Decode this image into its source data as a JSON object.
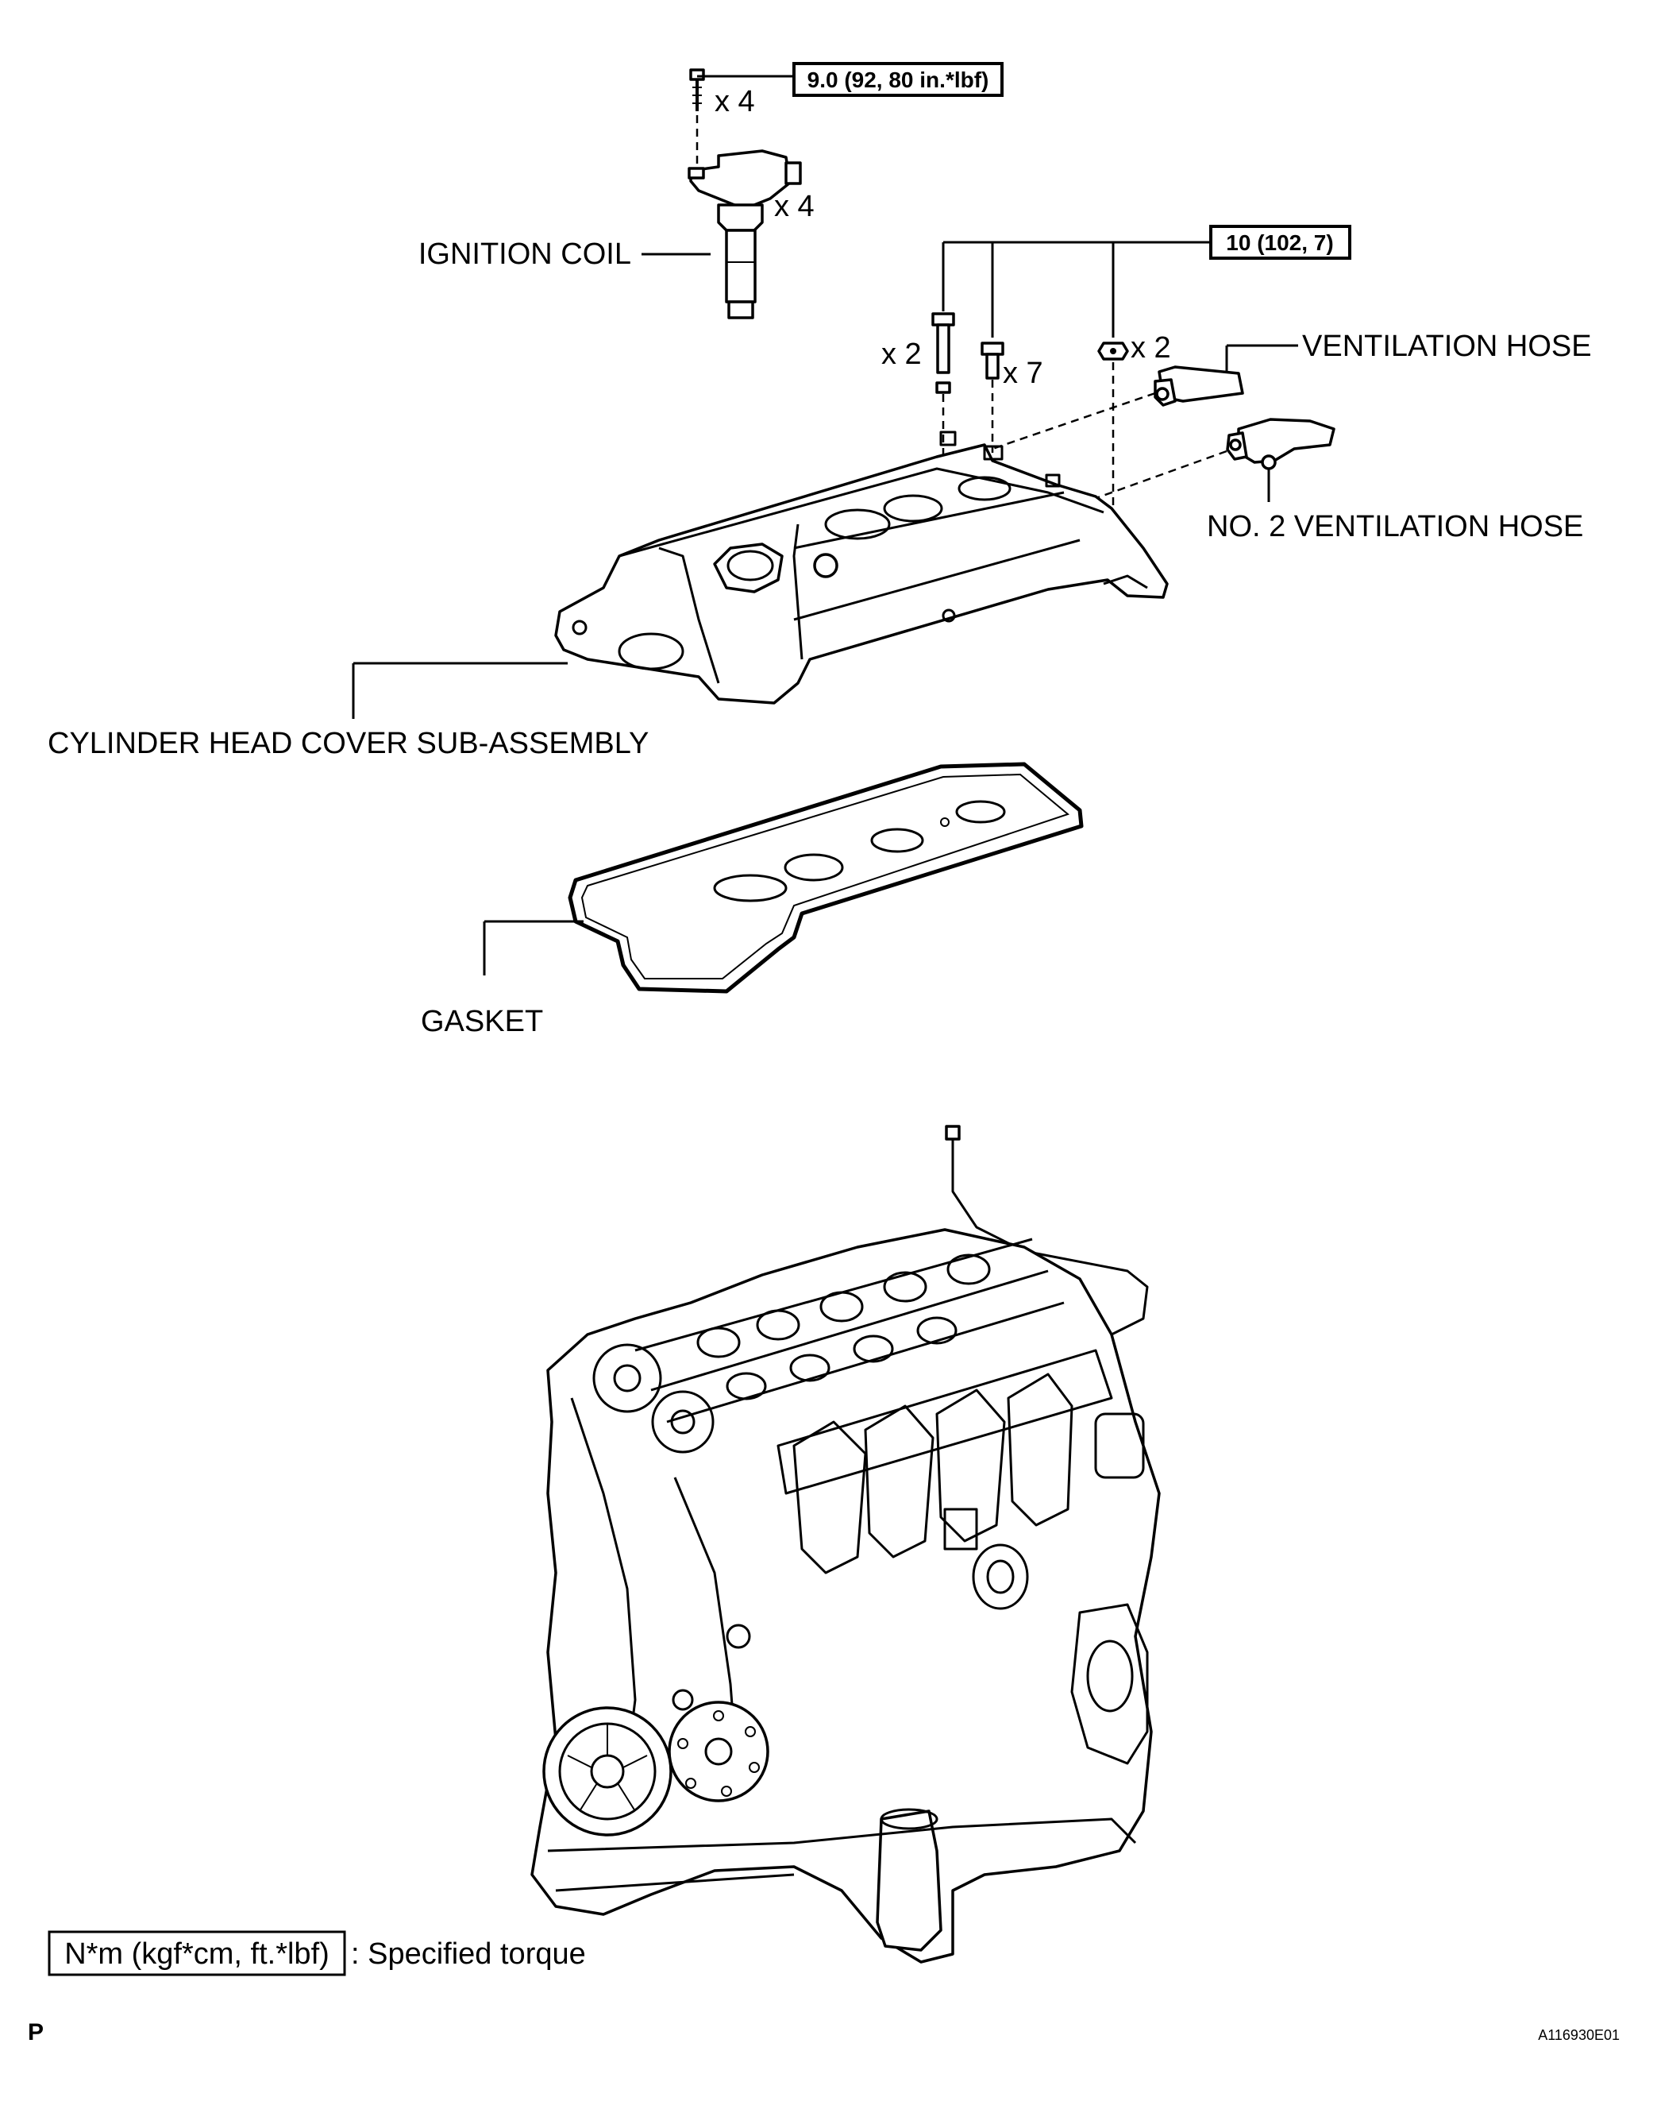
{
  "labels": {
    "ignition_coil": "IGNITION COIL",
    "ventilation_hose": "VENTILATION HOSE",
    "no2_ventilation_hose": "NO. 2 VENTILATION HOSE",
    "cylinder_head_cover": "CYLINDER HEAD COVER SUB-ASSEMBLY",
    "gasket": "GASKET"
  },
  "quantities": {
    "coil_bolt": "x 4",
    "coil": "x 4",
    "long_bolt": "x 2",
    "short_bolt": "x 7",
    "nut": "x 2"
  },
  "torques": {
    "coil_bolt": "9.0 (92, 80 in.*lbf)",
    "cover_fasteners": "10 (102, 7)"
  },
  "legend": {
    "unit_box": "N*m (kgf*cm, ft.*lbf)",
    "description": ": Specified torque"
  },
  "footer": {
    "section_mark": "P",
    "figure_id": "A116930E01"
  }
}
